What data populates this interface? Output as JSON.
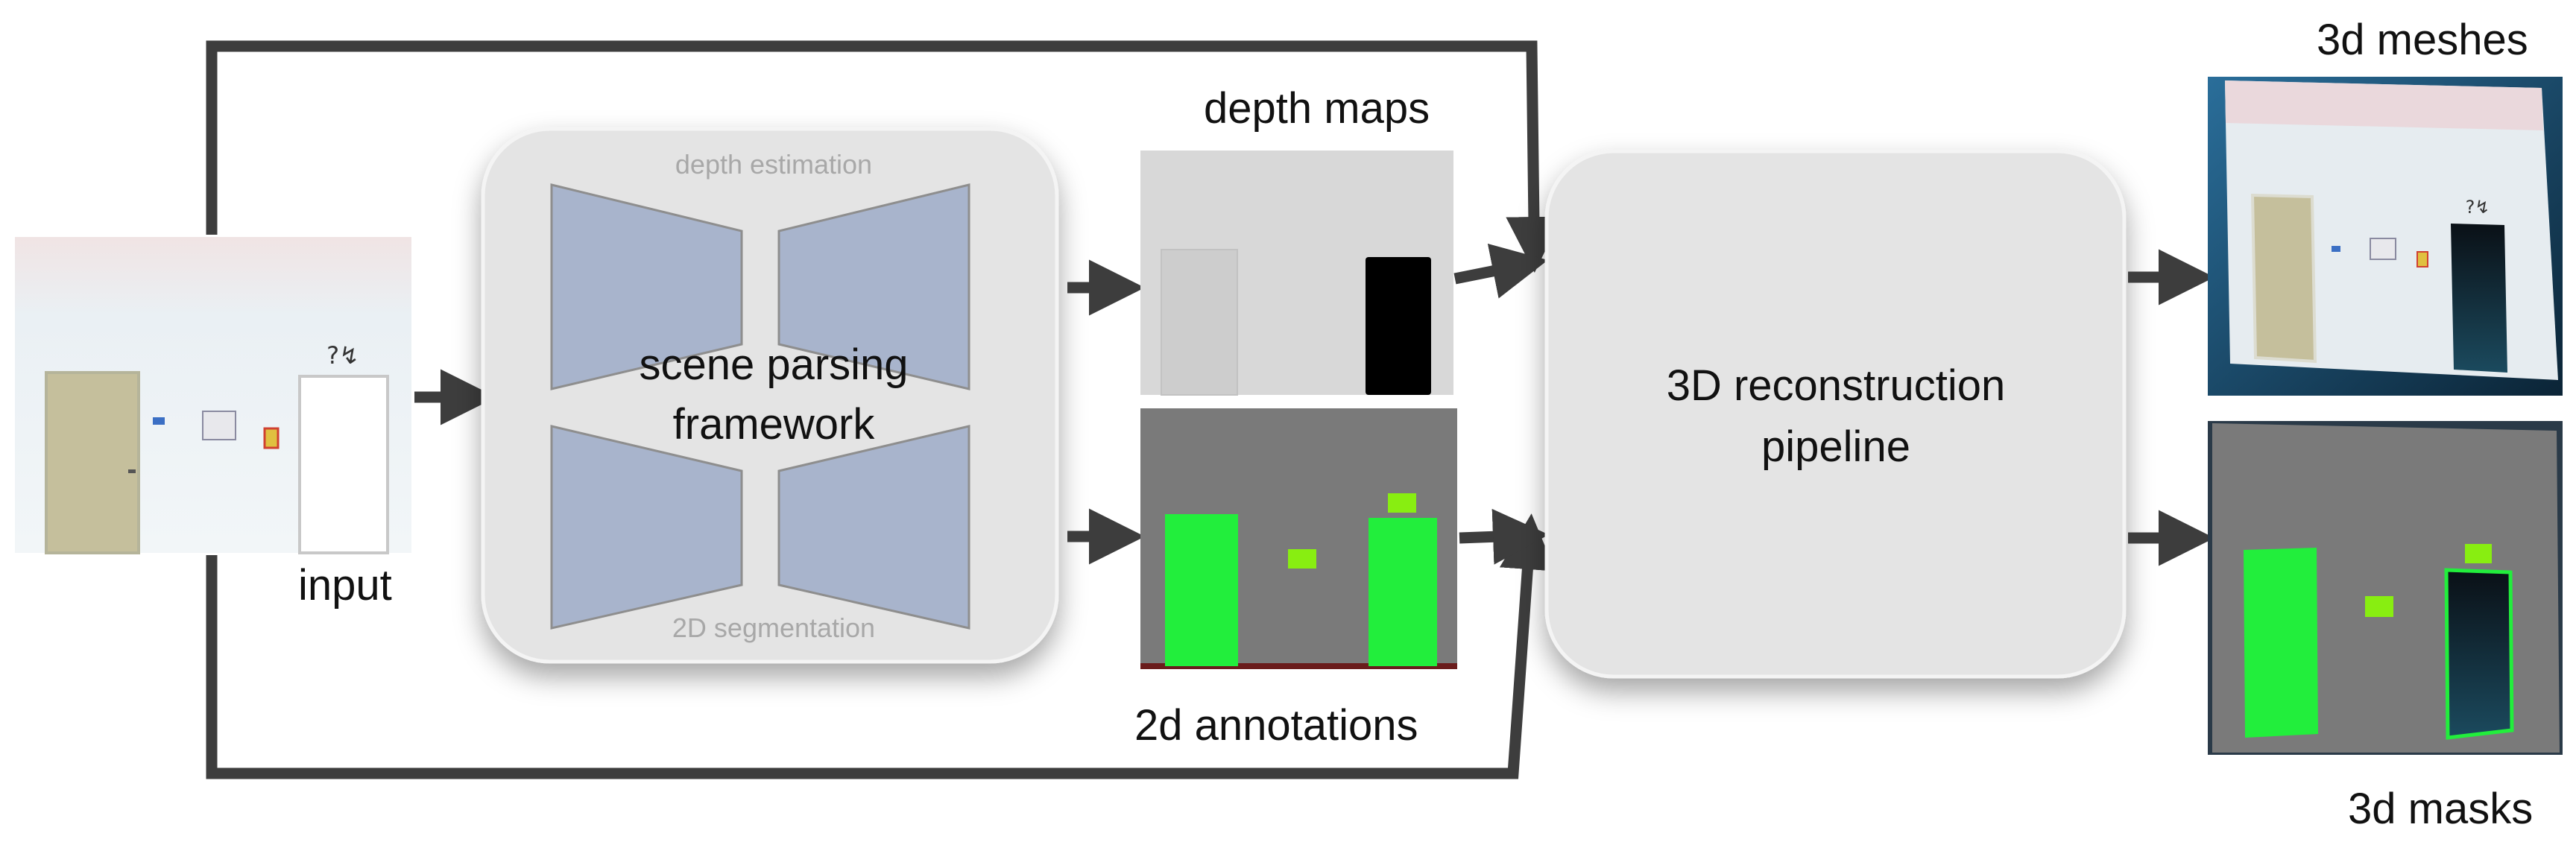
{
  "labels": {
    "input": "input",
    "depth_estimation": "depth estimation",
    "segmentation_2d": "2D segmentation",
    "scene_parsing_line1": "scene parsing",
    "scene_parsing_line2": "framework",
    "depth_maps": "depth maps",
    "annotations_2d": "2d annotations",
    "reconstruction_line1": "3D reconstruction",
    "reconstruction_line2": "pipeline",
    "meshes_3d": "3d meshes",
    "masks_3d": "3d masks"
  },
  "input_image": {
    "sign_text": "?↯"
  },
  "colors": {
    "arrow": "#3d3d3d",
    "block_fill": "#e4e4e4",
    "trapezoid_fill": "#a8b4cc",
    "trapezoid_stroke": "#8e8e8e",
    "mask_green": "#22ee3c",
    "small_mask_green": "#88ee11",
    "annotation_background": "#7a7a7a",
    "mesh_background": "#1e5c86"
  },
  "icons": {
    "arrow": "arrow-right-icon"
  }
}
